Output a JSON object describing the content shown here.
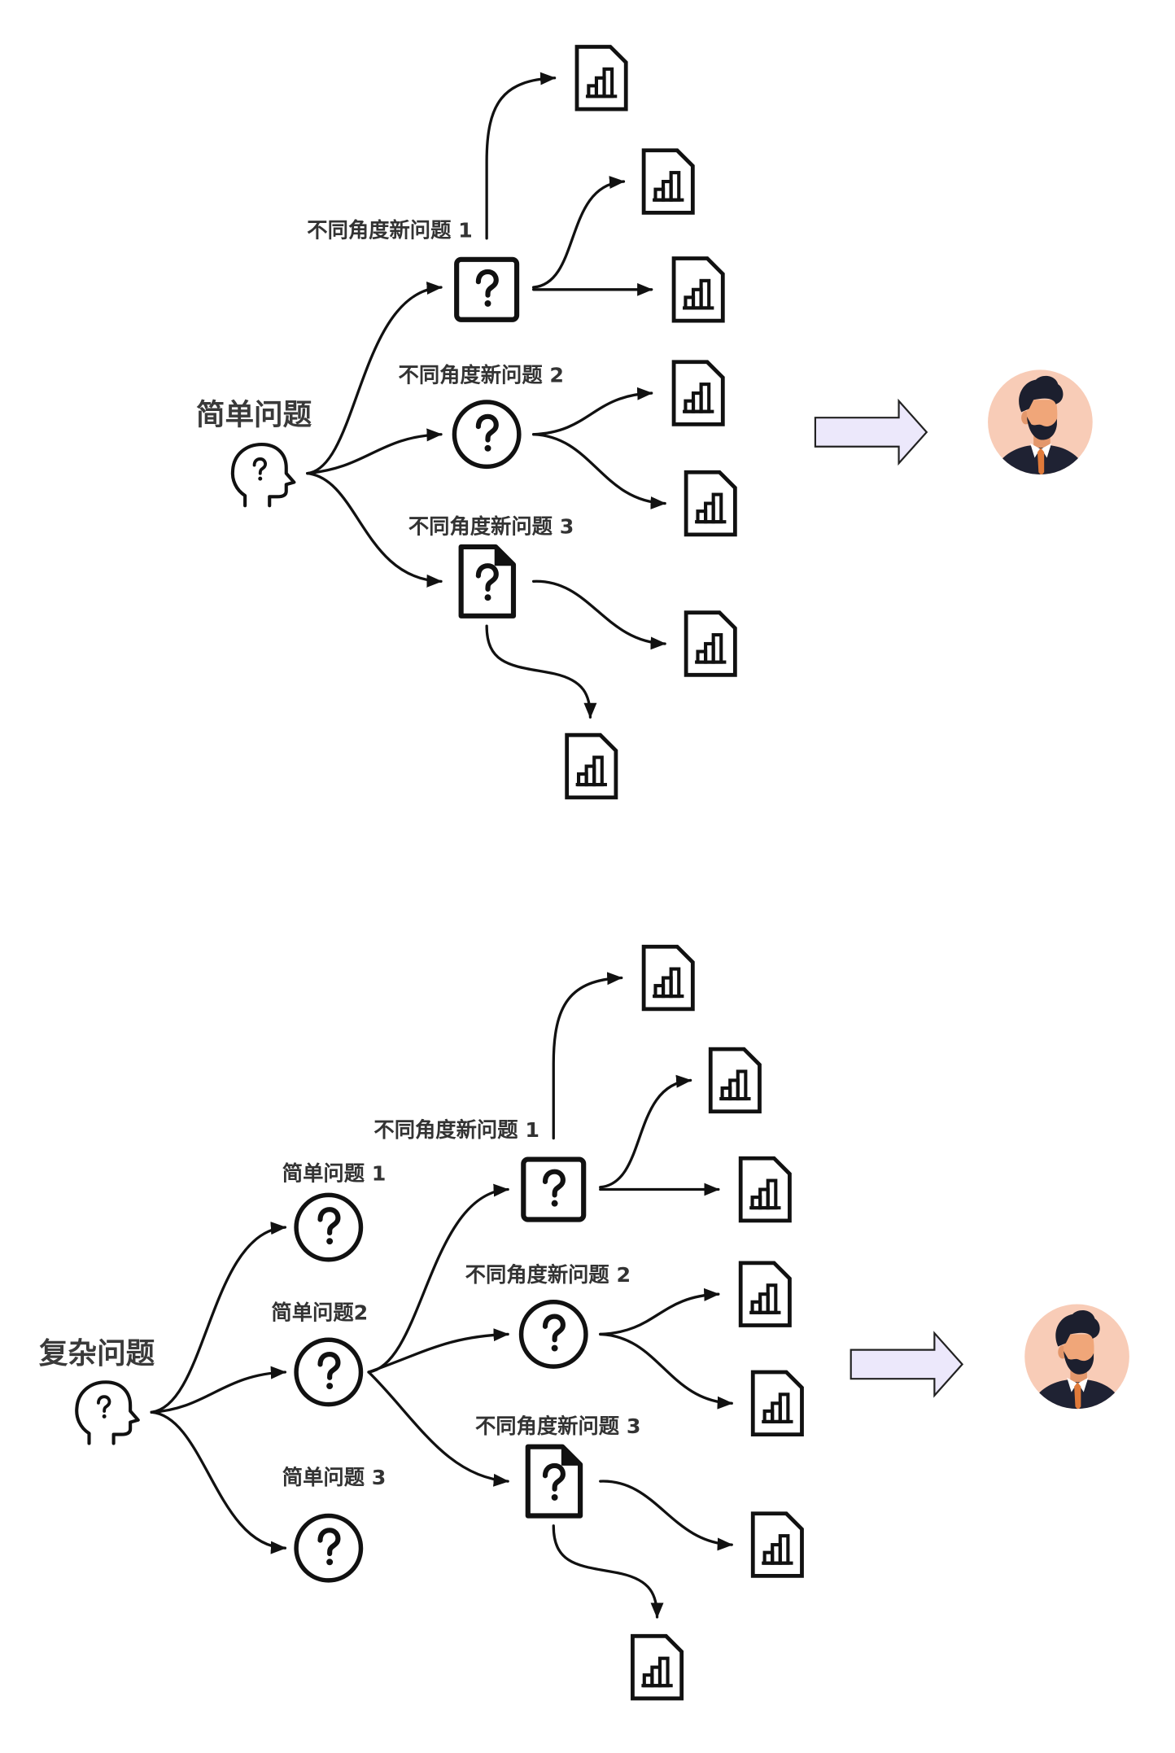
{
  "diagrams": [
    {
      "root": {
        "label": "简单问题",
        "icon": "head-question-icon"
      },
      "branches": [
        {
          "label": "不同角度新问题 1",
          "icon": "question-square-icon"
        },
        {
          "label": "不同角度新问题 2",
          "icon": "question-circle-icon"
        },
        {
          "label": "不同角度新问题 3",
          "icon": "question-document-icon"
        }
      ],
      "result_icon": "document-chart-icon",
      "transition_icon": "right-arrow-icon",
      "outcome_icon": "person-avatar-icon"
    },
    {
      "root": {
        "label": "复杂问题",
        "icon": "head-question-icon"
      },
      "sub_questions": [
        {
          "label": "简单问题 1",
          "icon": "question-circle-icon"
        },
        {
          "label": "简单问题2",
          "icon": "question-circle-icon"
        },
        {
          "label": "简单问题 3",
          "icon": "question-circle-icon"
        }
      ],
      "branches": [
        {
          "label": "不同角度新问题 1",
          "icon": "question-square-icon"
        },
        {
          "label": "不同角度新问题 2",
          "icon": "question-circle-icon"
        },
        {
          "label": "不同角度新问题 3",
          "icon": "question-document-icon"
        }
      ],
      "result_icon": "document-chart-icon",
      "transition_icon": "right-arrow-icon",
      "outcome_icon": "person-avatar-icon"
    }
  ],
  "colors": {
    "line": "#111111",
    "label_text": "#333333",
    "transition_arrow_fill": "#ece8fb",
    "avatar_background": "#f8ccb7",
    "avatar_suit": "#1f2233",
    "avatar_tie": "#e07a3a"
  }
}
